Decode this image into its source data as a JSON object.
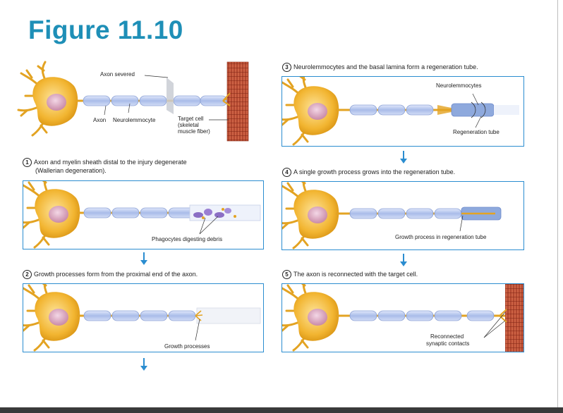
{
  "figure": {
    "title": "Figure 11.10"
  },
  "intro": {
    "axon_severed": "Axon severed",
    "axon": "Axon",
    "neurolemmocyte": "Neurolemmocyte",
    "target_cell": "Target cell",
    "target_cell_sub1": "(skeletal",
    "target_cell_sub2": "muscle fiber)"
  },
  "steps": [
    {
      "num": "1",
      "text_line1": "Axon and myelin sheath distal to the injury degenerate",
      "text_line2": "(Wallerian degeneration).",
      "callout": "Phagocytes digesting debris"
    },
    {
      "num": "2",
      "text_line1": "Growth processes form from the proximal end of the axon.",
      "callout": "Growth processes"
    },
    {
      "num": "3",
      "text_line1": "Neurolemmocytes and the basal lamina form a regeneration tube.",
      "callout": "Neurolemmocytes",
      "callout2": "Regeneration tube"
    },
    {
      "num": "4",
      "text_line1": "A single growth process grows into the regeneration tube.",
      "callout": "Growth process in regeneration tube"
    },
    {
      "num": "5",
      "text_line1": "The axon is reconnected with the target cell.",
      "callout": "Reconnected",
      "callout2": "synaptic contacts"
    }
  ],
  "colors": {
    "accent": "#2b8dd0",
    "title": "#1e8fb7",
    "soma": "#f2b531",
    "myelin": "#b9c8ef",
    "muscle": "#c8553d"
  }
}
